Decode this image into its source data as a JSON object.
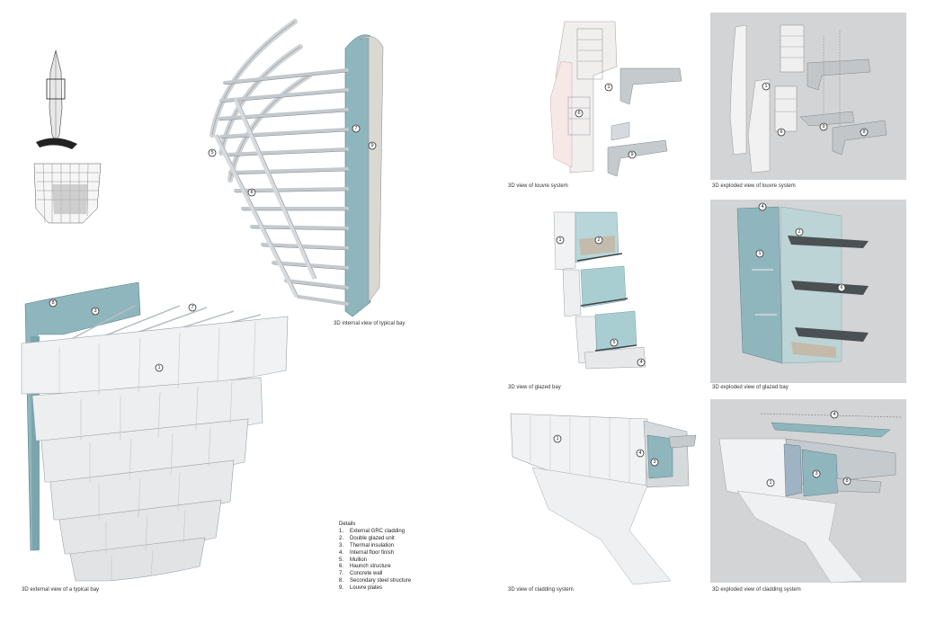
{
  "captions": {
    "internal_bay": "3D internal view of typical bay",
    "external_bay": "3D external view of a typical bay",
    "louvre_system": "3D view of louvre system",
    "louvre_exploded": "3D exploded view of louvre system",
    "glazed_bay": "3D view of glazed bay",
    "glazed_exploded": "3D exploded view of glazed bay",
    "cladding_system": "3D view of cladding system",
    "cladding_exploded": "3D exploded view of cladding system"
  },
  "details": {
    "heading": "Details",
    "items": [
      {
        "num": "1.",
        "label": "External GRC cladding"
      },
      {
        "num": "2.",
        "label": "Double glazed unit"
      },
      {
        "num": "3.",
        "label": "Thermal insulation"
      },
      {
        "num": "4.",
        "label": "Internal floor finish"
      },
      {
        "num": "5.",
        "label": "Mullion"
      },
      {
        "num": "6.",
        "label": "Haunch structure"
      },
      {
        "num": "7.",
        "label": "Concrete wall"
      },
      {
        "num": "8.",
        "label": "Secondary steel structure"
      },
      {
        "num": "9.",
        "label": "Louvre plates"
      }
    ]
  },
  "callouts": {
    "internal": [
      "5",
      "7",
      "8",
      "9"
    ],
    "external": [
      "8",
      "3",
      "7",
      "1"
    ],
    "louvre": [
      "1",
      "6",
      "9"
    ],
    "louvre_exploded": [
      "1",
      "6",
      "9",
      "8"
    ],
    "glazed": [
      "1",
      "2",
      "5",
      "4"
    ],
    "glazed_exploded": [
      "4",
      "2",
      "1",
      "6"
    ],
    "cladding": [
      "1",
      "4",
      "3"
    ],
    "cladding_exploded": [
      "4",
      "1",
      "3",
      "8"
    ]
  },
  "colors": {
    "panel_grey": "#d3d4d5",
    "concrete_teal": "#8fb6bd",
    "cladding_white": "#f1f2f3",
    "steel_grey": "#b9bec3"
  }
}
